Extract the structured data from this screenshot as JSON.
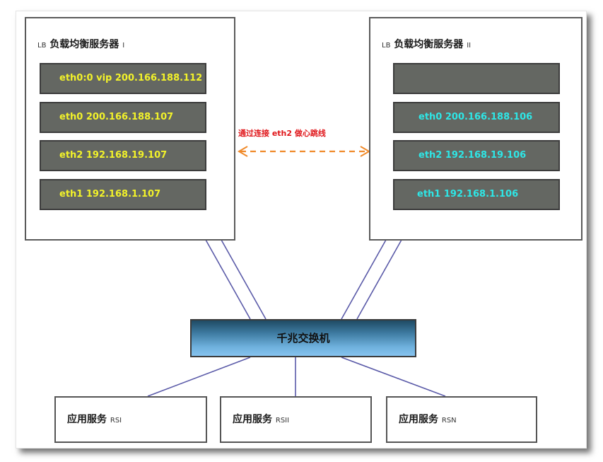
{
  "lb_servers": [
    {
      "title_prefix": "LB",
      "title": "负载均衡服务器",
      "title_suffix": "I",
      "interfaces": [
        {
          "label": "eth0:0 vip 200.166.188.112"
        },
        {
          "label": "eth0 200.166.188.107"
        },
        {
          "label": "eth2 192.168.19.107"
        },
        {
          "label": "eth1 192.168.1.107"
        }
      ],
      "text_color": "#f2f22a"
    },
    {
      "title_prefix": "LB",
      "title": "负载均衡服务器",
      "title_suffix": "II",
      "interfaces": [
        {
          "label": ""
        },
        {
          "label": "eth0 200.166.188.106"
        },
        {
          "label": "eth2 192.168.19.106"
        },
        {
          "label": "eth1 192.168.1.106"
        }
      ],
      "text_color": "#2ee6e6"
    }
  ],
  "heartbeat": {
    "label": "通过连接 eth2 做心跳线",
    "color": "#e0171b",
    "arrow_color": "#f08a2a"
  },
  "switch": {
    "label": "千兆交换机"
  },
  "real_servers": [
    {
      "label": "应用服务",
      "code": "RSI"
    },
    {
      "label": "应用服务",
      "code": "RSII"
    },
    {
      "label": "应用服务",
      "code": "RSN"
    }
  ],
  "colors": {
    "link_line": "#5a5aa8",
    "nic_fill": "#646762"
  }
}
